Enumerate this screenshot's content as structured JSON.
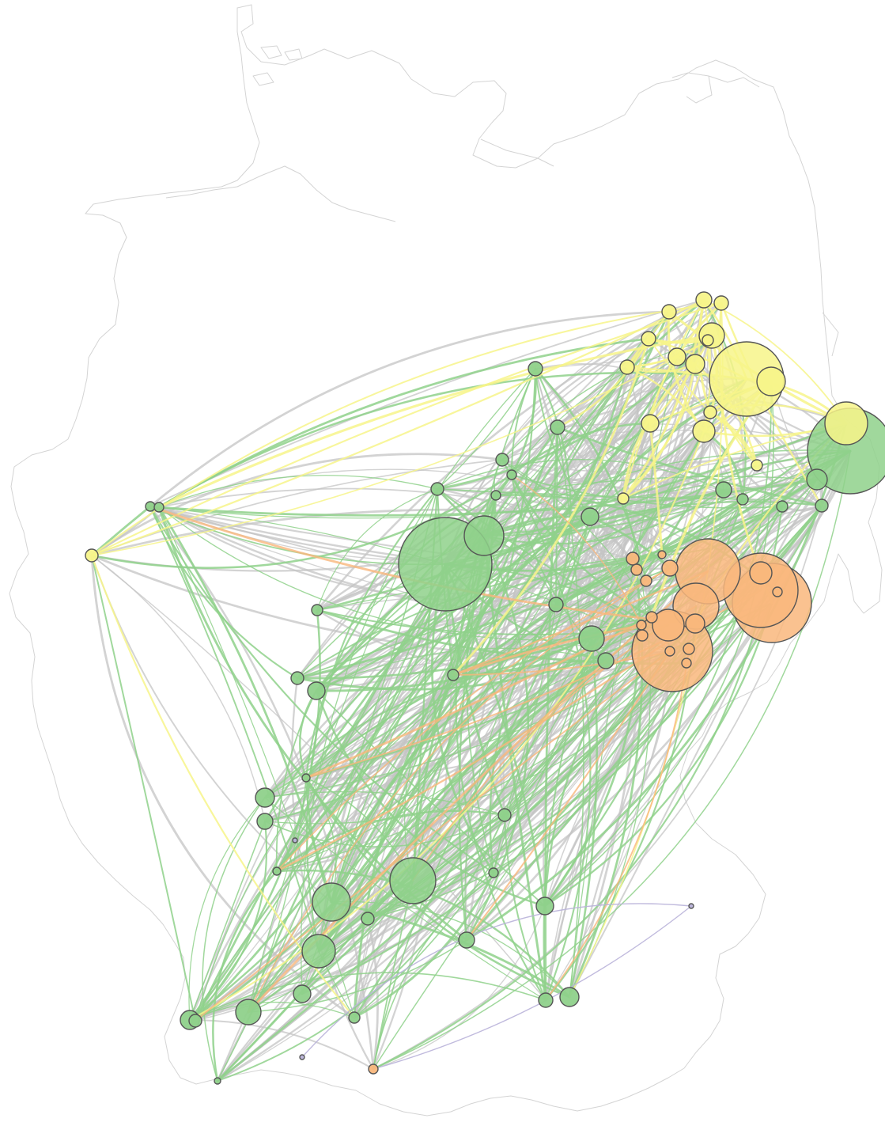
{
  "map": {
    "kind": "flow network over country outline",
    "colors": {
      "green": "#8fd18b",
      "yellow": "#f7f48a",
      "orange": "#f9b77c",
      "purple": "#b9b3d9",
      "grey_edge": "#c4c4c4",
      "border": "#d4d4d4",
      "node_stroke": "#555555"
    },
    "categories": [
      "green",
      "yellow",
      "orange",
      "purple"
    ]
  }
}
